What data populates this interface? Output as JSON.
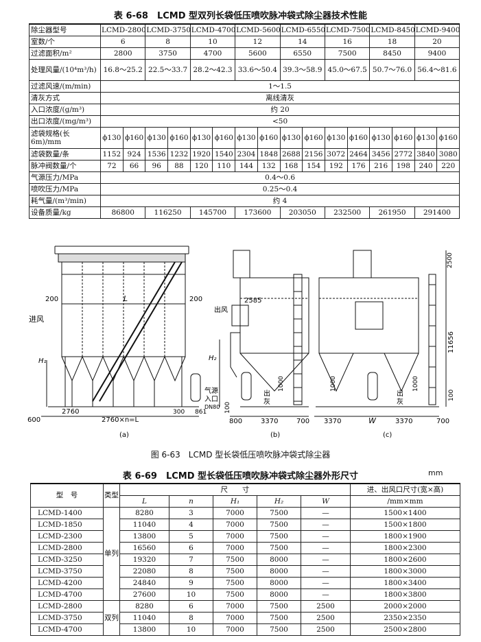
{
  "table68": {
    "title": "表 6-68　LCMD 型双列长袋低压喷吹脉冲袋式除尘器技术性能",
    "header_label": "除尘器型号",
    "models": [
      "LCMD-2800",
      "LCMD-3750",
      "LCMD-4700",
      "LCMD-5600",
      "LCMD-6550",
      "LCMD-7500",
      "LCMD-8450",
      "LCMD-9400"
    ],
    "rows": [
      {
        "label": "室数/个",
        "values": [
          "6",
          "8",
          "10",
          "12",
          "14",
          "16",
          "18",
          "20"
        ]
      },
      {
        "label": "过滤面积/m²",
        "values": [
          "2800",
          "3750",
          "4700",
          "5600",
          "6550",
          "7500",
          "8450",
          "9400"
        ]
      },
      {
        "label": "处理风量/(10⁴m³/h)",
        "values": [
          "16.8～25.2",
          "22.5～33.7",
          "28.2～42.3",
          "33.6～50.4",
          "39.3～58.9",
          "45.0～67.5",
          "50.7～76.0",
          "56.4～81.6"
        ],
        "tall": true
      },
      {
        "label": "过滤风速/(m/min)",
        "span": "1～1.5"
      },
      {
        "label": "清灰方式",
        "span": "离线清灰"
      },
      {
        "label": "入口浓度/(g/m³)",
        "span": "约 20"
      },
      {
        "label": "出口浓度/(mg/m³)",
        "span": "<50"
      },
      {
        "label": "滤袋规格(长6m)/mm",
        "pair": [
          "ϕ130",
          "ϕ160",
          "ϕ130",
          "ϕ160",
          "ϕ130",
          "ϕ160",
          "ϕ130",
          "ϕ160",
          "ϕ130",
          "ϕ160",
          "ϕ130",
          "ϕ160",
          "ϕ130",
          "ϕ160",
          "ϕ130",
          "ϕ160"
        ],
        "tall": true
      },
      {
        "label": "滤袋数量/条",
        "pair": [
          "1152",
          "924",
          "1536",
          "1232",
          "1920",
          "1540",
          "2304",
          "1848",
          "2688",
          "2156",
          "3072",
          "2464",
          "3456",
          "2772",
          "3840",
          "3080"
        ]
      },
      {
        "label": "脉冲阀数量/个",
        "pair": [
          "72",
          "66",
          "96",
          "88",
          "120",
          "110",
          "144",
          "132",
          "168",
          "154",
          "192",
          "176",
          "216",
          "198",
          "240",
          "220"
        ]
      },
      {
        "label": "气源压力/MPa",
        "span": "0.4～0.6"
      },
      {
        "label": "喷吹压力/MPa",
        "span": "0.25～0.4"
      },
      {
        "label": "耗气量/(m³/min)",
        "span": "约 4"
      },
      {
        "label": "设备质量/kg",
        "values": [
          "86800",
          "116250",
          "145700",
          "173600",
          "203050",
          "232500",
          "261950",
          "291400"
        ]
      }
    ]
  },
  "figure": {
    "caption": "图 6-63　LCMD 型长袋低压喷吹脉冲袋式除尘器",
    "labels": {
      "a": "(a)",
      "b": "(b)",
      "c": "(c)",
      "d200": "200",
      "L": "L",
      "jinfeng": "进风",
      "H1": "H₁",
      "H2": "H₂",
      "chufeng": "出风",
      "qiyuan": "气源",
      "rukou": "入口",
      "dn": "DN80",
      "chu": "出",
      "hui": "灰",
      "d600": "600",
      "d2760": "2760",
      "d2760n": "2760×n=L",
      "d300": "300",
      "d861": "861",
      "d100": "100",
      "d1000": "1000",
      "d2585": "2585",
      "d800": "800",
      "d3370": "3370",
      "d700": "700",
      "W": "W",
      "d11656": "11656",
      "d2500": "2500"
    }
  },
  "unit": "mm",
  "table69": {
    "title": "表 6-69　LCMD 型长袋低压喷吹脉冲袋式除尘器外形尺寸",
    "h_model": "型　号",
    "h_type": "类型",
    "h_dims": "尺　　寸",
    "h_port": "进、出风口尺寸(宽×高)",
    "h_L": "L",
    "h_n": "n",
    "h_H1": "H₁",
    "h_H2": "H₂",
    "h_W": "W",
    "h_port_unit": "/mm×mm",
    "type_single": "单列",
    "type_double": "双列",
    "rows": [
      {
        "model": "LCMD-1400",
        "L": "8280",
        "n": "3",
        "H1": "7000",
        "H2": "7500",
        "W": "—",
        "port": "1500×1400"
      },
      {
        "model": "LCMD-1850",
        "L": "11040",
        "n": "4",
        "H1": "7000",
        "H2": "7500",
        "W": "—",
        "port": "1500×1800"
      },
      {
        "model": "LCMD-2300",
        "L": "13800",
        "n": "5",
        "H1": "7000",
        "H2": "7500",
        "W": "—",
        "port": "1800×1900"
      },
      {
        "model": "LCMD-2800",
        "L": "16560",
        "n": "6",
        "H1": "7000",
        "H2": "7500",
        "W": "—",
        "port": "1800×2300"
      },
      {
        "model": "LCMD-3250",
        "L": "19320",
        "n": "7",
        "H1": "7500",
        "H2": "8000",
        "W": "—",
        "port": "1800×2600"
      },
      {
        "model": "LCMD-3750",
        "L": "22080",
        "n": "8",
        "H1": "7500",
        "H2": "8000",
        "W": "—",
        "port": "1800×3000"
      },
      {
        "model": "LCMD-4200",
        "L": "24840",
        "n": "9",
        "H1": "7500",
        "H2": "8000",
        "W": "—",
        "port": "1800×3400"
      },
      {
        "model": "LCMD-4700",
        "L": "27600",
        "n": "10",
        "H1": "7500",
        "H2": "8000",
        "W": "—",
        "port": "1800×3800"
      },
      {
        "model": "LCMD-2800",
        "L": "8280",
        "n": "6",
        "H1": "7000",
        "H2": "7500",
        "W": "2500",
        "port": "2000×2000"
      },
      {
        "model": "LCMD-3750",
        "L": "11040",
        "n": "8",
        "H1": "7000",
        "H2": "7500",
        "W": "2500",
        "port": "2350×2350"
      },
      {
        "model": "LCMD-4700",
        "L": "13800",
        "n": "10",
        "H1": "7000",
        "H2": "7500",
        "W": "2500",
        "port": "2500×2800"
      }
    ]
  }
}
